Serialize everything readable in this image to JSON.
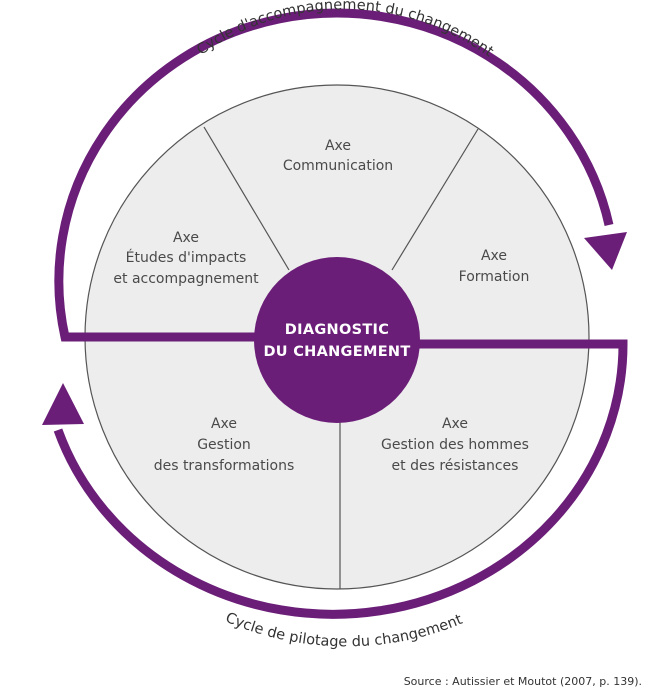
{
  "colors": {
    "purple": "#6b1e78",
    "segment_fill": "#ededed",
    "segment_stroke": "#555555"
  },
  "center": {
    "line1": "DIAGNOSTIC",
    "line2": "DU CHANGEMENT"
  },
  "segments": {
    "communication": {
      "line1": "Axe",
      "line2": "Communication"
    },
    "etudes": {
      "line1": "Axe",
      "line2": "Études d'impacts",
      "line3": "et accompagnement"
    },
    "formation": {
      "line1": "Axe",
      "line2": "Formation"
    },
    "transformations": {
      "line1": "Axe",
      "line2": "Gestion",
      "line3": "des transformations"
    },
    "hommes": {
      "line1": "Axe",
      "line2": "Gestion des hommes",
      "line3": "et des résistances"
    }
  },
  "cycles": {
    "top": "Cycle d'accompagnement du changement",
    "bottom": "Cycle de pilotage du changement"
  },
  "source": "Source : Autissier et Moutot (2007, p. 139)."
}
